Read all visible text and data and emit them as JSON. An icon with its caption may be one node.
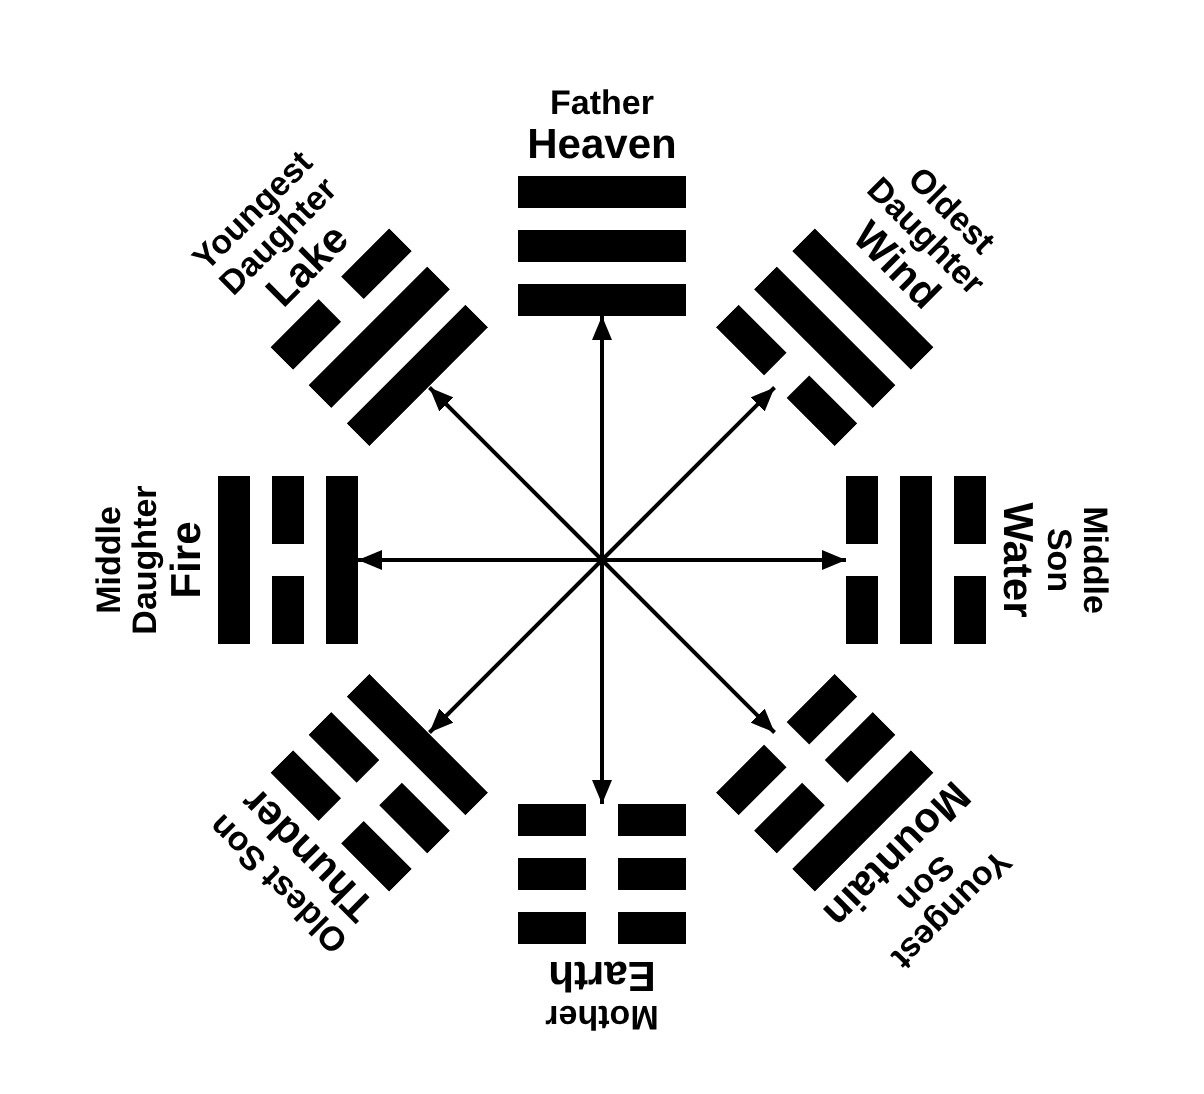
{
  "diagram": {
    "nodes": [
      {
        "text": [
          "Father",
          "Heaven"
        ]
      },
      {
        "text": [
          "Youngest Daughter",
          "Lake"
        ]
      },
      {
        "text": [
          "Oldest Daughter",
          "Wind"
        ]
      },
      {
        "text": [
          "Middle Daughter",
          "Fire"
        ]
      },
      {
        "text": [
          "Middle Son",
          "Water"
        ]
      },
      {
        "text": [
          "Oldest Son",
          "Thunder"
        ]
      },
      {
        "text": [
          "Mother",
          "Earth"
        ]
      },
      {
        "text": [
          "Youngest Son",
          "Mountain"
        ]
      }
    ],
    "edges": [
      {
        "from": null,
        "to": 0,
        "arrow": "to"
      },
      {
        "from": null,
        "to": 1,
        "arrow": "to"
      },
      {
        "from": null,
        "to": 2,
        "arrow": "to"
      },
      {
        "from": null,
        "to": 3,
        "arrow": "to"
      },
      {
        "from": null,
        "to": 4,
        "arrow": "to"
      },
      {
        "from": null,
        "to": 5,
        "arrow": "to"
      },
      {
        "from": null,
        "to": 6,
        "arrow": "to"
      },
      {
        "from": null,
        "to": 7,
        "arrow": "to"
      }
    ]
  }
}
